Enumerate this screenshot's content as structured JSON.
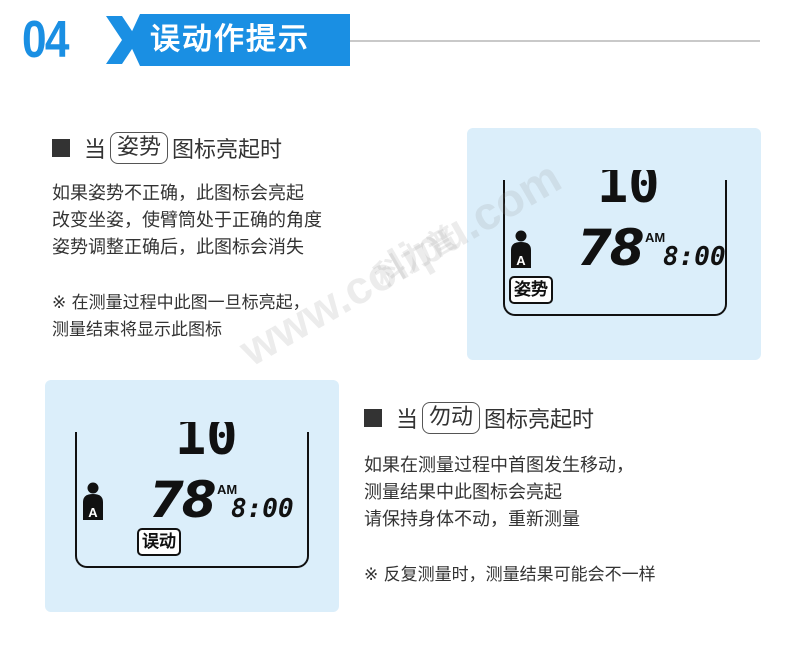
{
  "header": {
    "number": "04",
    "title": "误动作提示",
    "accent_color": "#1a8fe3"
  },
  "section1": {
    "prefix": "当",
    "icon_label": "姿势",
    "suffix": "图标亮起时",
    "lines": [
      "如果姿势不正确，此图标会亮起",
      "改变坐姿，使臂筒处于正确的角度",
      "姿势调整正确后，此图标会消失"
    ],
    "note_lines": [
      "※ 在测量过程中此图一旦标亮起，",
      "测量结束将显示此图标"
    ]
  },
  "section2": {
    "prefix": "当",
    "icon_label": "勿动",
    "suffix": "图标亮起时",
    "lines": [
      "如果在测量过程中首图发生移动，",
      "测量结果中此图标会亮起",
      "请保持身体不动，重新测量"
    ],
    "note_lines": [
      "※ 反复测量时，测量结果可能会不一样"
    ]
  },
  "lcd1": {
    "top_digits": "10",
    "big_value": "78",
    "am_label": "AM",
    "time": "8:00",
    "user_letter": "A",
    "badge": "姿势"
  },
  "lcd2": {
    "top_digits": "10",
    "big_value": "78",
    "am_label": "AM",
    "time": "8:00",
    "user_letter": "A",
    "badge": "误动"
  },
  "watermark": {
    "url": "www.colipu.com",
    "cn": "科力普"
  }
}
